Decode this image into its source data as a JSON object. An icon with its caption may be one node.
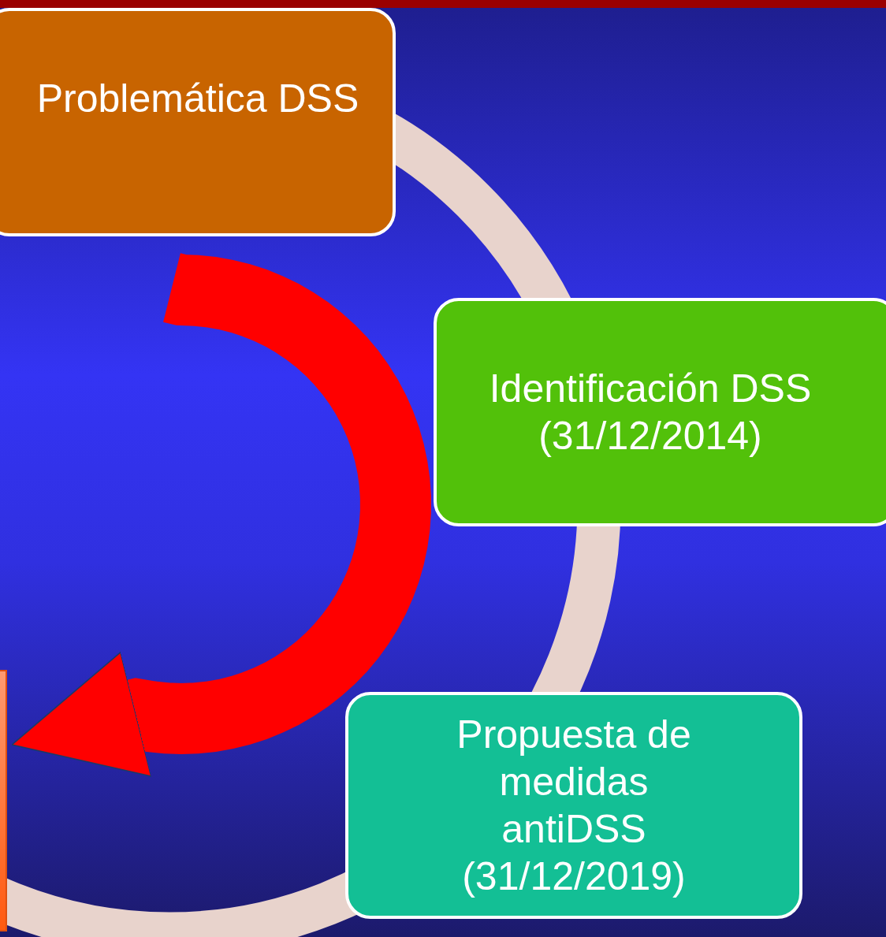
{
  "diagram": {
    "nodes": [
      {
        "text": [
          "Problemática DSS"
        ]
      },
      {
        "text": [
          "Identificación DSS (31/12/2014)"
        ]
      },
      {
        "text": [
          "Propuesta de medidas antiDSS (31/12/2019)"
        ]
      },
      {
        "text": [],
        "shape": "box"
      }
    ],
    "edges": [
      {
        "from": null,
        "to": 3,
        "arrow": "to",
        "color": "#ff0000"
      }
    ]
  }
}
